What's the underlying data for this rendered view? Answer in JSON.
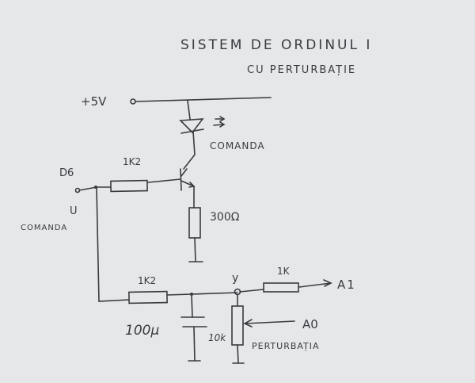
{
  "title": {
    "line1": "SISTEM DE ORDINUL I",
    "line2": "CU PERTURBAȚIE"
  },
  "labels": {
    "supply": "+5V",
    "led_label": "COMANDA",
    "r_base": "1K2",
    "r_emitter": "300Ω",
    "input_pin": "D6",
    "input_signal": "U",
    "input_desc": "COMANDA",
    "r_filter": "1K2",
    "capacitor": "100µ",
    "node_output": "y",
    "r_out": "1K",
    "output_pin": "A1",
    "pot": "10k",
    "pot_pin": "A0",
    "pot_desc": "PERTURBAȚIA"
  },
  "colors": {
    "ink": "#3a3b40",
    "paper": "#e6e7e9"
  }
}
